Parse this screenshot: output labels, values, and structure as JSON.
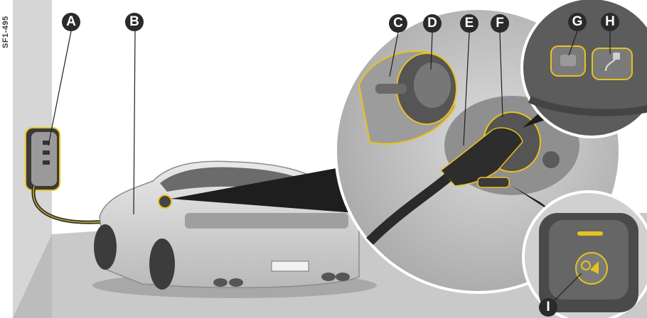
{
  "figure_code": "SF1-495",
  "labels": {
    "A": "A",
    "B": "B",
    "C": "C",
    "D": "D",
    "E": "E",
    "F": "F",
    "G": "G",
    "H": "H",
    "I": "I"
  },
  "colors": {
    "highlight": "#e8c21e",
    "label_badge": "#2a2a2a",
    "wall": "#d6d6d6",
    "floor": "#c8c8c8",
    "car_body": "#dcdcdc",
    "detail_bg": "#bdbdbd",
    "cable": "#2f2f2f"
  },
  "icons": {
    "button_h": "plug-charging-icon",
    "button_i": "charge-timer-icon"
  }
}
